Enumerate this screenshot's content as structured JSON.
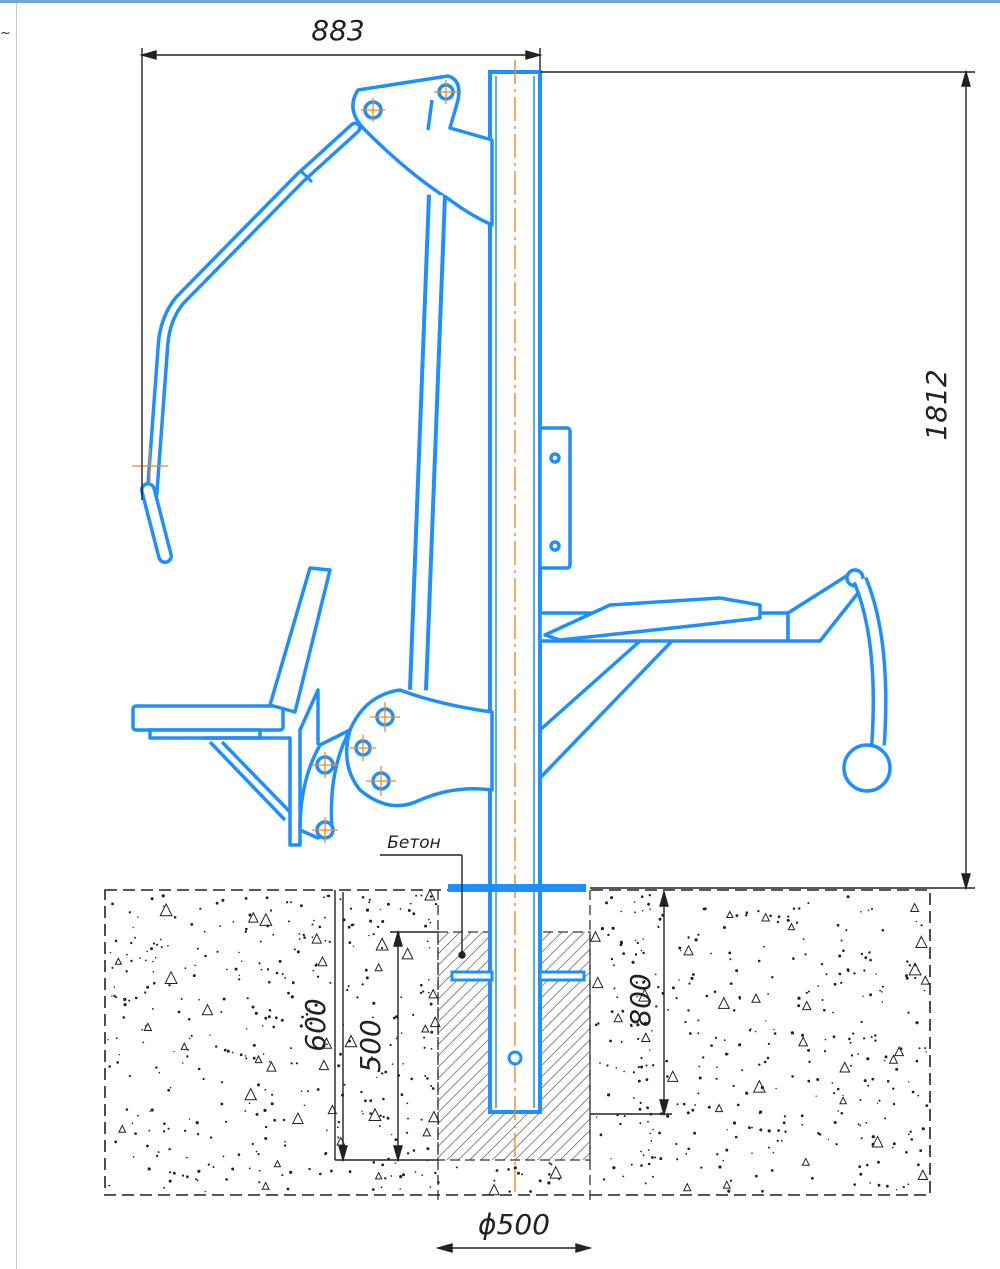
{
  "corner_mark": "~",
  "dimensions": {
    "width": "883",
    "height": "1812",
    "depth_600": "600",
    "depth_500": "500",
    "depth_800": "800",
    "diameter": "ϕ500"
  },
  "labels": {
    "concrete": "Бетон"
  },
  "colors": {
    "structure": "#1e8fff",
    "axis": "#f08a1c",
    "lines": "#222222",
    "hatch": "#555555"
  }
}
